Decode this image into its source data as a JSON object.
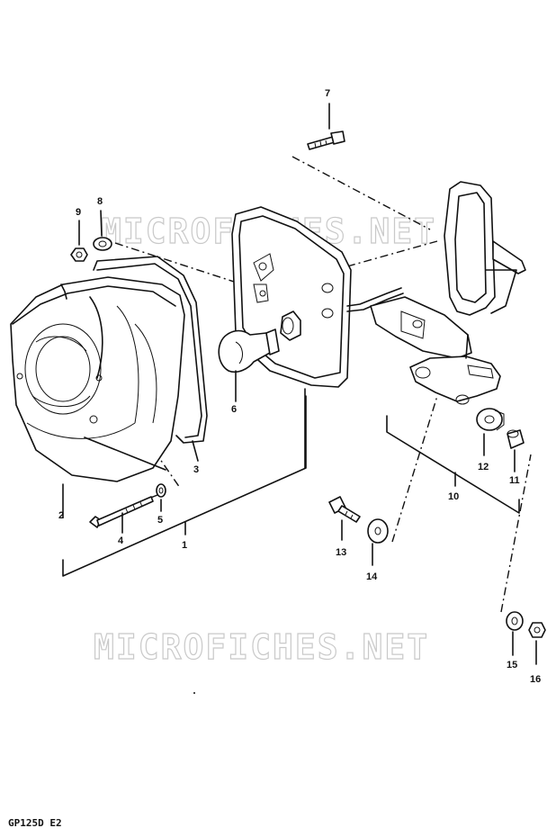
{
  "diagram": {
    "caption": "GP125D E2",
    "watermark": "MICROFICHES.NET",
    "callouts": {
      "1": "1",
      "2": "2",
      "3": "3",
      "4": "4",
      "5": "5",
      "6": "6",
      "7": "7",
      "8": "8",
      "9": "9",
      "10": "10",
      "11": "11",
      "12": "12",
      "13": "13",
      "14": "14",
      "15": "15",
      "16": "16"
    },
    "parts": {
      "tail_lamp_assembly": "1",
      "lens": "2",
      "gasket": "3",
      "screw": "4",
      "washer_lens": "5",
      "bulb": "6",
      "bolt_top": "7",
      "washer_top": "8",
      "nut_top": "9",
      "bracket_set": "10",
      "collar": "11",
      "cushion": "12",
      "bolt_bracket": "13",
      "washer_bracket": "14",
      "washer_bottom": "15",
      "nut_bottom": "16"
    }
  }
}
